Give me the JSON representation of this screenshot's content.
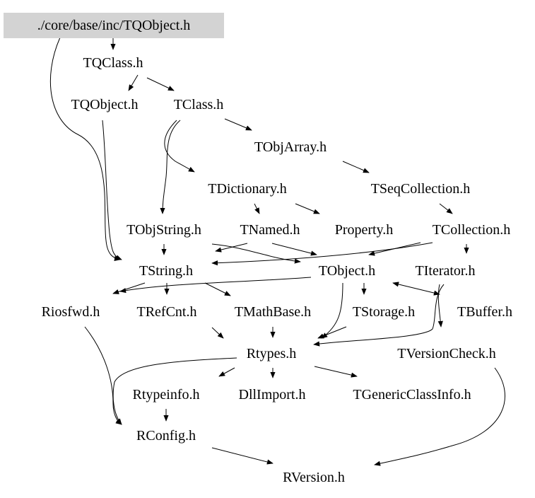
{
  "graph": {
    "root": "./core/base/inc/TQObject.h",
    "nodes": {
      "tqclass": "TQClass.h",
      "tqobject": "TQObject.h",
      "tclass": "TClass.h",
      "tobjarray": "TObjArray.h",
      "tdictionary": "TDictionary.h",
      "tseqcollection": "TSeqCollection.h",
      "tobjstring": "TObjString.h",
      "tnamed": "TNamed.h",
      "property": "Property.h",
      "tcollection": "TCollection.h",
      "tstring": "TString.h",
      "tobject": "TObject.h",
      "titerator": "TIterator.h",
      "riosfwd": "Riosfwd.h",
      "trefcnt": "TRefCnt.h",
      "tmathbase": "TMathBase.h",
      "tstorage": "TStorage.h",
      "tbuffer": "TBuffer.h",
      "rtypes": "Rtypes.h",
      "tversioncheck": "TVersionCheck.h",
      "rtypeinfo": "Rtypeinfo.h",
      "dllimport": "DllImport.h",
      "tgenericclassinfo": "TGenericClassInfo.h",
      "rconfig": "RConfig.h",
      "rversion": "RVersion.h"
    },
    "colors": {
      "root_fill": "#d3d3d3",
      "edge": "#000000"
    }
  }
}
